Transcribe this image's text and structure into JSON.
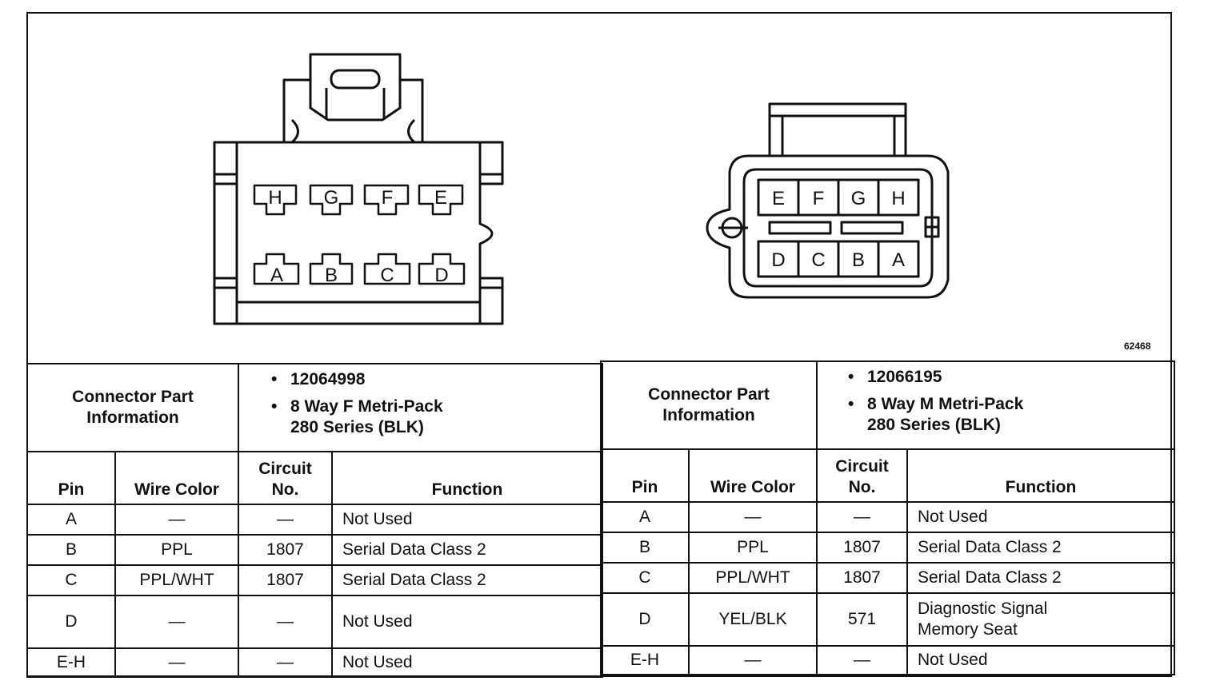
{
  "figure_id": "62468",
  "connectors": [
    {
      "part_label": [
        "Connector Part",
        "Information"
      ],
      "part_number": "12064998",
      "description": [
        "8 Way F Metri-Pack",
        "280 Series (BLK)"
      ],
      "pin_labels_top": [
        "H",
        "G",
        "F",
        "E"
      ],
      "pin_labels_bottom": [
        "A",
        "B",
        "C",
        "D"
      ],
      "headers": {
        "pin": "Pin",
        "wire_color": "Wire Color",
        "circuit": [
          "Circuit",
          "No."
        ],
        "function": "Function"
      },
      "rows": [
        {
          "pin": "A",
          "wire_color": "—",
          "circuit": "—",
          "function": [
            "Not Used"
          ]
        },
        {
          "pin": "B",
          "wire_color": "PPL",
          "circuit": "1807",
          "function": [
            "Serial Data Class 2"
          ]
        },
        {
          "pin": "C",
          "wire_color": "PPL/WHT",
          "circuit": "1807",
          "function": [
            "Serial Data Class 2"
          ]
        },
        {
          "pin": "D",
          "wire_color": "—",
          "circuit": "—",
          "function": [
            "Not Used"
          ]
        },
        {
          "pin": "E-H",
          "wire_color": "—",
          "circuit": "—",
          "function": [
            "Not Used"
          ]
        }
      ]
    },
    {
      "part_label": [
        "Connector Part",
        "Information"
      ],
      "part_number": "12066195",
      "description": [
        "8 Way M Metri-Pack",
        "280 Series (BLK)"
      ],
      "pin_labels_top": [
        "E",
        "F",
        "G",
        "H"
      ],
      "pin_labels_bottom": [
        "D",
        "C",
        "B",
        "A"
      ],
      "headers": {
        "pin": "Pin",
        "wire_color": "Wire Color",
        "circuit": [
          "Circuit",
          "No."
        ],
        "function": "Function"
      },
      "rows": [
        {
          "pin": "A",
          "wire_color": "—",
          "circuit": "—",
          "function": [
            "Not Used"
          ]
        },
        {
          "pin": "B",
          "wire_color": "PPL",
          "circuit": "1807",
          "function": [
            "Serial Data Class 2"
          ]
        },
        {
          "pin": "C",
          "wire_color": "PPL/WHT",
          "circuit": "1807",
          "function": [
            "Serial Data Class 2"
          ]
        },
        {
          "pin": "D",
          "wire_color": "YEL/BLK",
          "circuit": "571",
          "function": [
            "Diagnostic Signal",
            "Memory Seat"
          ]
        },
        {
          "pin": "E-H",
          "wire_color": "—",
          "circuit": "—",
          "function": [
            "Not Used"
          ]
        }
      ]
    }
  ]
}
